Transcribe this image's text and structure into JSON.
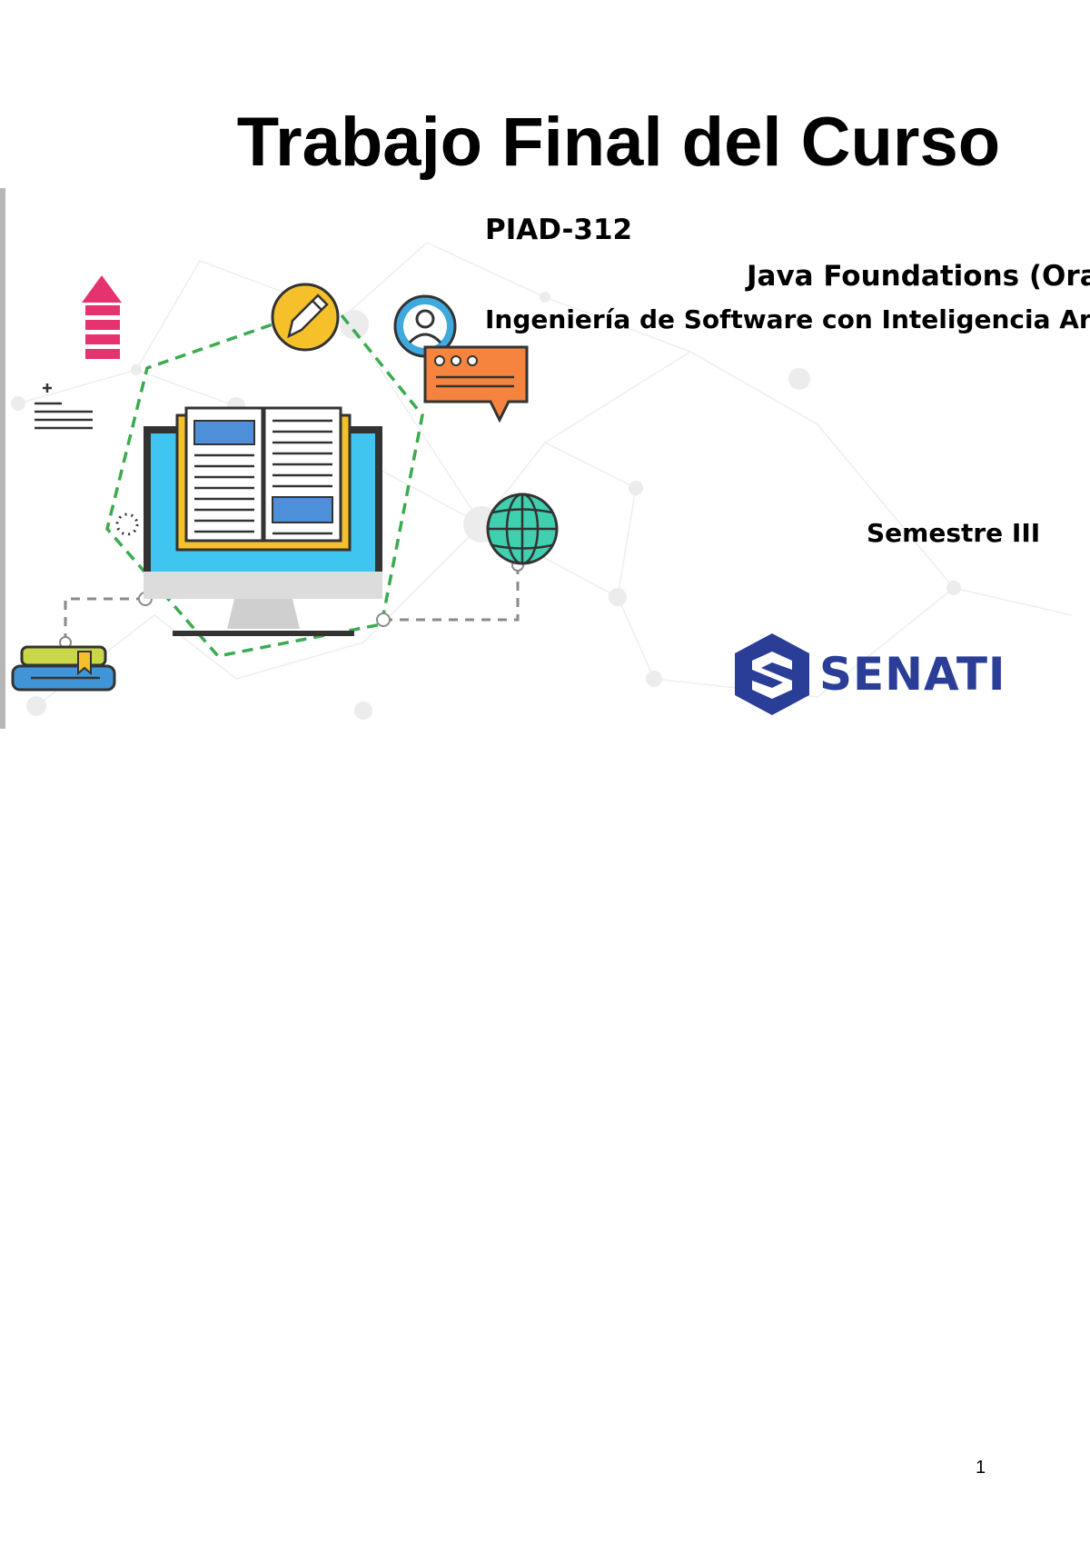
{
  "document": {
    "title": "Trabajo Final del Curso",
    "page_number": "1"
  },
  "cover": {
    "course_code": "PIAD-312",
    "course_name": "Java Foundations (Oracle)",
    "career": "Ingeniería de Software con Inteligencia Artificial",
    "semester": "Semestre III",
    "logo_text": "SENATI"
  },
  "colors": {
    "logo_blue": "#2b3e97",
    "dashed_green": "#3bab4f",
    "screen_cyan": "#3fc5ef",
    "book_yellow": "#f5c02a",
    "arrow_pink": "#e6326e",
    "chat_orange": "#f6843f",
    "globe_teal": "#3fd0b0"
  },
  "icons": [
    "arrow-up-icon",
    "pencil-icon",
    "user-icon",
    "chat-bubble-icon",
    "globe-icon",
    "book-stack-icon",
    "computer-monitor-icon",
    "open-book-icon",
    "text-lines-icon"
  ]
}
